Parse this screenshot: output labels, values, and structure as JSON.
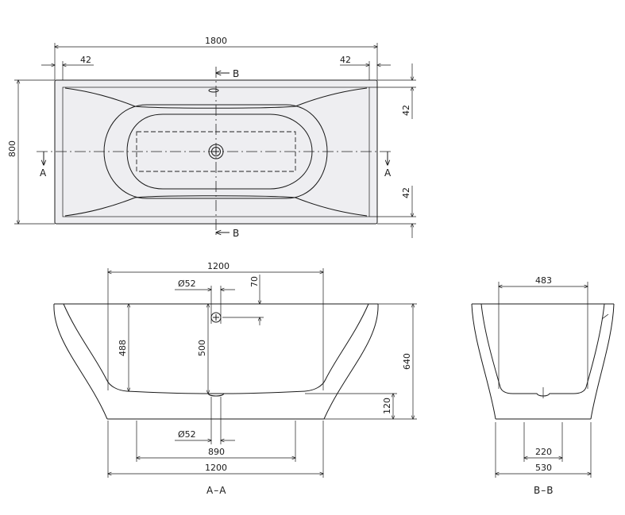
{
  "top_view": {
    "total_length": "1800",
    "rim_left": "42",
    "rim_right": "42",
    "total_width": "800",
    "rim_top": "42",
    "rim_bottom": "42",
    "section_a_left": "A",
    "section_a_right": "A",
    "section_b_top": "B",
    "section_b_bottom": "B"
  },
  "section_aa": {
    "inner_top_length": "1200",
    "drain_diameter_top": "Ø52",
    "overflow_height": "70",
    "inner_depth": "488",
    "water_depth": "500",
    "total_height": "640",
    "base_height": "120",
    "drain_diameter_bottom": "Ø52",
    "foot_length": "890",
    "base_length": "1200",
    "caption": "A–A"
  },
  "section_bb": {
    "inner_top_width": "483",
    "foot_width": "220",
    "base_width": "530",
    "caption": "B–B"
  }
}
